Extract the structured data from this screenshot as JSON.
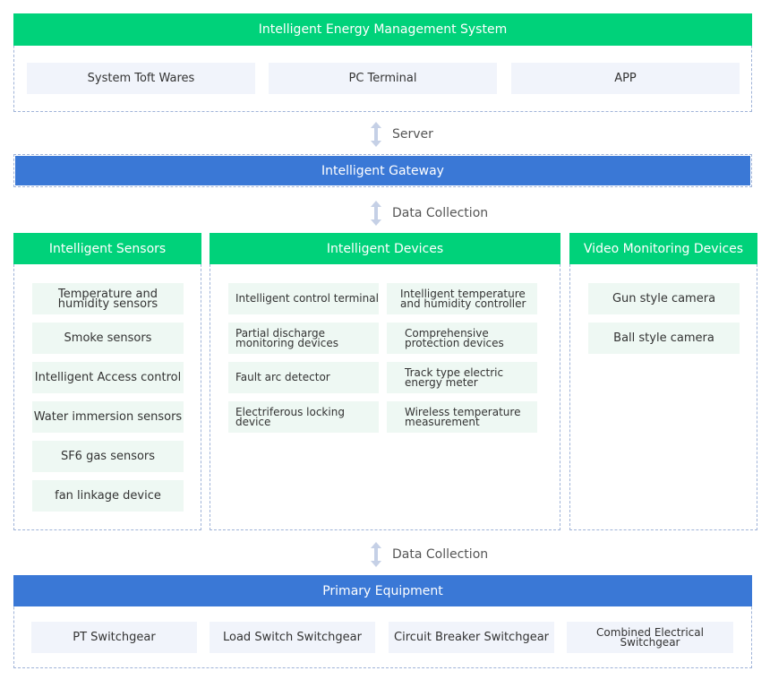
{
  "top_system": {
    "title": "Intelligent Energy Management System",
    "items": [
      "System Toft Wares",
      "PC Terminal",
      "APP"
    ]
  },
  "connectors": {
    "server": "Server",
    "data_collection_1": "Data Collection",
    "data_collection_2": "Data Collection"
  },
  "gateway": {
    "title": "Intelligent Gateway"
  },
  "sensors": {
    "title": "Intelligent Sensors",
    "items": [
      "Temperature and humidity sensors",
      "Smoke sensors",
      "Intelligent Access control",
      "Water immersion sensors",
      "SF6 gas sensors",
      "fan linkage device"
    ]
  },
  "devices": {
    "title": "Intelligent Devices",
    "items": [
      "Intelligent control terminal",
      "Intelligent temperature and humidity controller",
      "Partial discharge monitoring devices",
      "Comprehensive protection devices",
      "Fault arc detector",
      "Track type electric energy meter",
      "Electriferous locking device",
      "Wireless temperature measurement"
    ]
  },
  "video": {
    "title": "Video Monitoring Devices",
    "items": [
      "Gun style camera",
      "Ball style camera"
    ]
  },
  "primary": {
    "title": "Primary Equipment",
    "items": [
      "PT Switchgear",
      "Load Switch Switchgear",
      "Circuit Breaker Switchgear",
      "Combined Electrical Switchgear"
    ]
  },
  "colors": {
    "green": "#00d27a",
    "blue": "#3a78d6",
    "dashed_border": "#9fb3d8"
  }
}
